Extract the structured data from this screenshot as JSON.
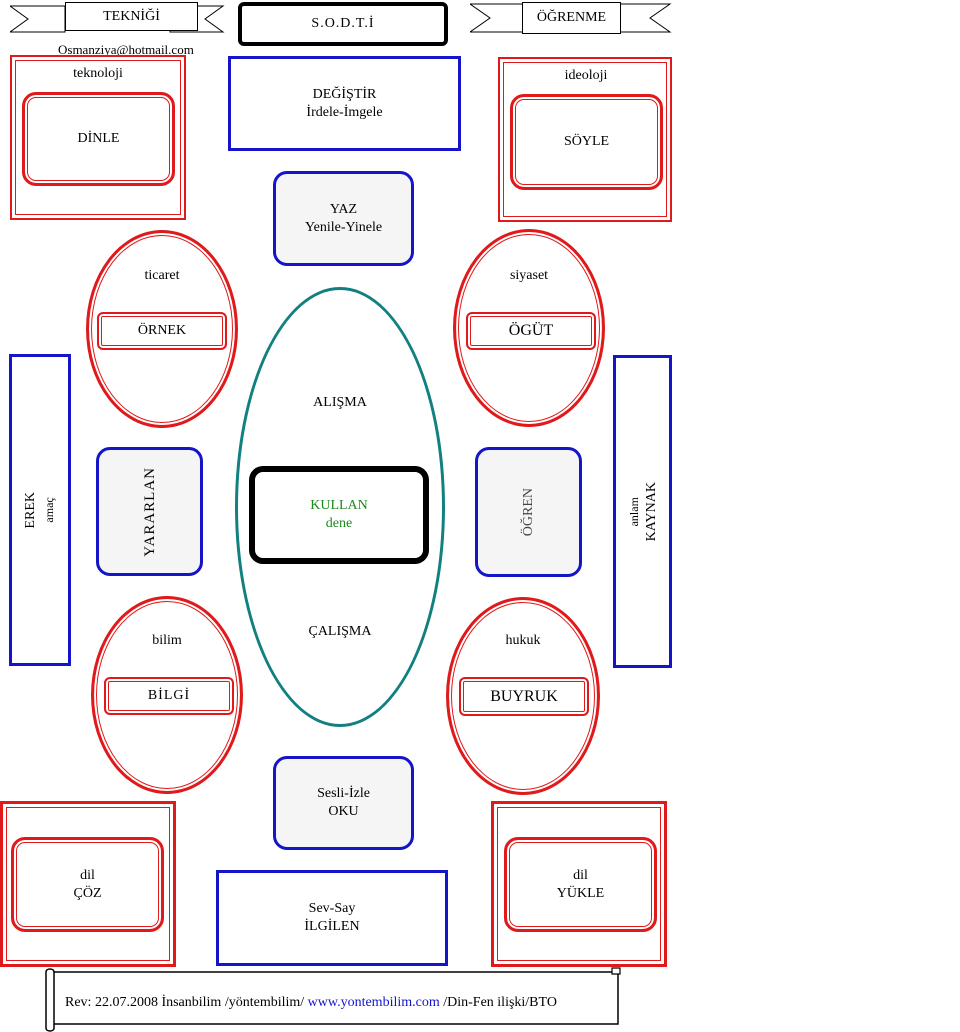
{
  "header": {
    "left_banner": "TEKNİĞİ",
    "center_title": "S.O.D.T.İ",
    "right_banner": "ÖĞRENME",
    "email": "Osmanziya@hotmail.com"
  },
  "top_left": {
    "label": "teknoloji",
    "inner": "DİNLE"
  },
  "top_center": {
    "line1": "DEĞİŞTİR",
    "line2": "İrdele-İmgele"
  },
  "top_right": {
    "label": "ideoloji",
    "inner": "SÖYLE"
  },
  "yaz_box": {
    "line1": "YAZ",
    "line2": "Yenile-Yinele"
  },
  "ellipse_ticaret": {
    "label": "ticaret",
    "inner": "ÖRNEK"
  },
  "ellipse_siyaset": {
    "label": "siyaset",
    "inner": "ÖGÜT"
  },
  "left_bar": {
    "line1": "EREK",
    "line2": "amaç"
  },
  "right_bar": {
    "line1": "anlam",
    "line2": "KAYNAK"
  },
  "center_ellipse": {
    "top": "ALIŞMA",
    "bottom": "ÇALIŞMA",
    "core_line1": "KULLAN",
    "core_line2": "dene"
  },
  "yararlan_box": {
    "label": "YARARLAN"
  },
  "ogren_box": {
    "label": "ÖĞREN"
  },
  "ellipse_bilim": {
    "label": "bilim",
    "inner": "BİLGİ"
  },
  "ellipse_hukuk": {
    "label": "hukuk",
    "inner": "BUYRUK"
  },
  "oku_box": {
    "line1": "Sesli-İzle",
    "line2": "OKU"
  },
  "bottom_left": {
    "line1": "dil",
    "line2": "ÇÖZ"
  },
  "bottom_center": {
    "line1": "Sev-Say",
    "line2": "İLGİLEN"
  },
  "bottom_right": {
    "line1": "dil",
    "line2": "YÜKLE"
  },
  "footer": {
    "prefix": "Rev: 22.07.2008 İnsanbilim /yöntembilim/ ",
    "link": "www.yontembilim.com",
    "suffix": " /Din-Fen ilişki/BTO"
  },
  "colors": {
    "red": "#e0191b",
    "blue": "#1414c8",
    "teal": "#128080",
    "green": "#1a8a1a"
  }
}
